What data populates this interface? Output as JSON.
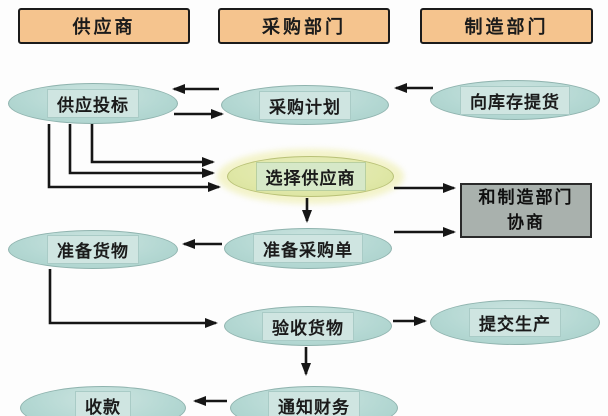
{
  "diagram": {
    "title": "procurement-process-flowchart",
    "colors": {
      "lane_header": "#f5c48e",
      "process_node": "#b4d8d3",
      "highlight_node": "#dfe7a6",
      "negotiate_box": "#a9b1ad",
      "arrow": "#161616",
      "background": "#fdfdfd"
    },
    "lanes": [
      {
        "label": "供应商"
      },
      {
        "label": "采购部门"
      },
      {
        "label": "制造部门"
      }
    ],
    "nodes": {
      "supply_bid": {
        "label": "供应投标"
      },
      "purchase_plan": {
        "label": "采购计划"
      },
      "pick_from_inventory": {
        "label": "向库存提货"
      },
      "select_supplier": {
        "label": "选择供应商"
      },
      "negotiate": {
        "line1": "和制造部门",
        "line2": "协商"
      },
      "prepare_purchase_order": {
        "label": "准备采购单"
      },
      "prepare_goods": {
        "label": "准备货物"
      },
      "inspect_goods": {
        "label": "验收货物"
      },
      "submit_production": {
        "label": "提交生产"
      },
      "notify_finance": {
        "label": "通知财务"
      },
      "collect_payment": {
        "label": "收款"
      }
    }
  }
}
